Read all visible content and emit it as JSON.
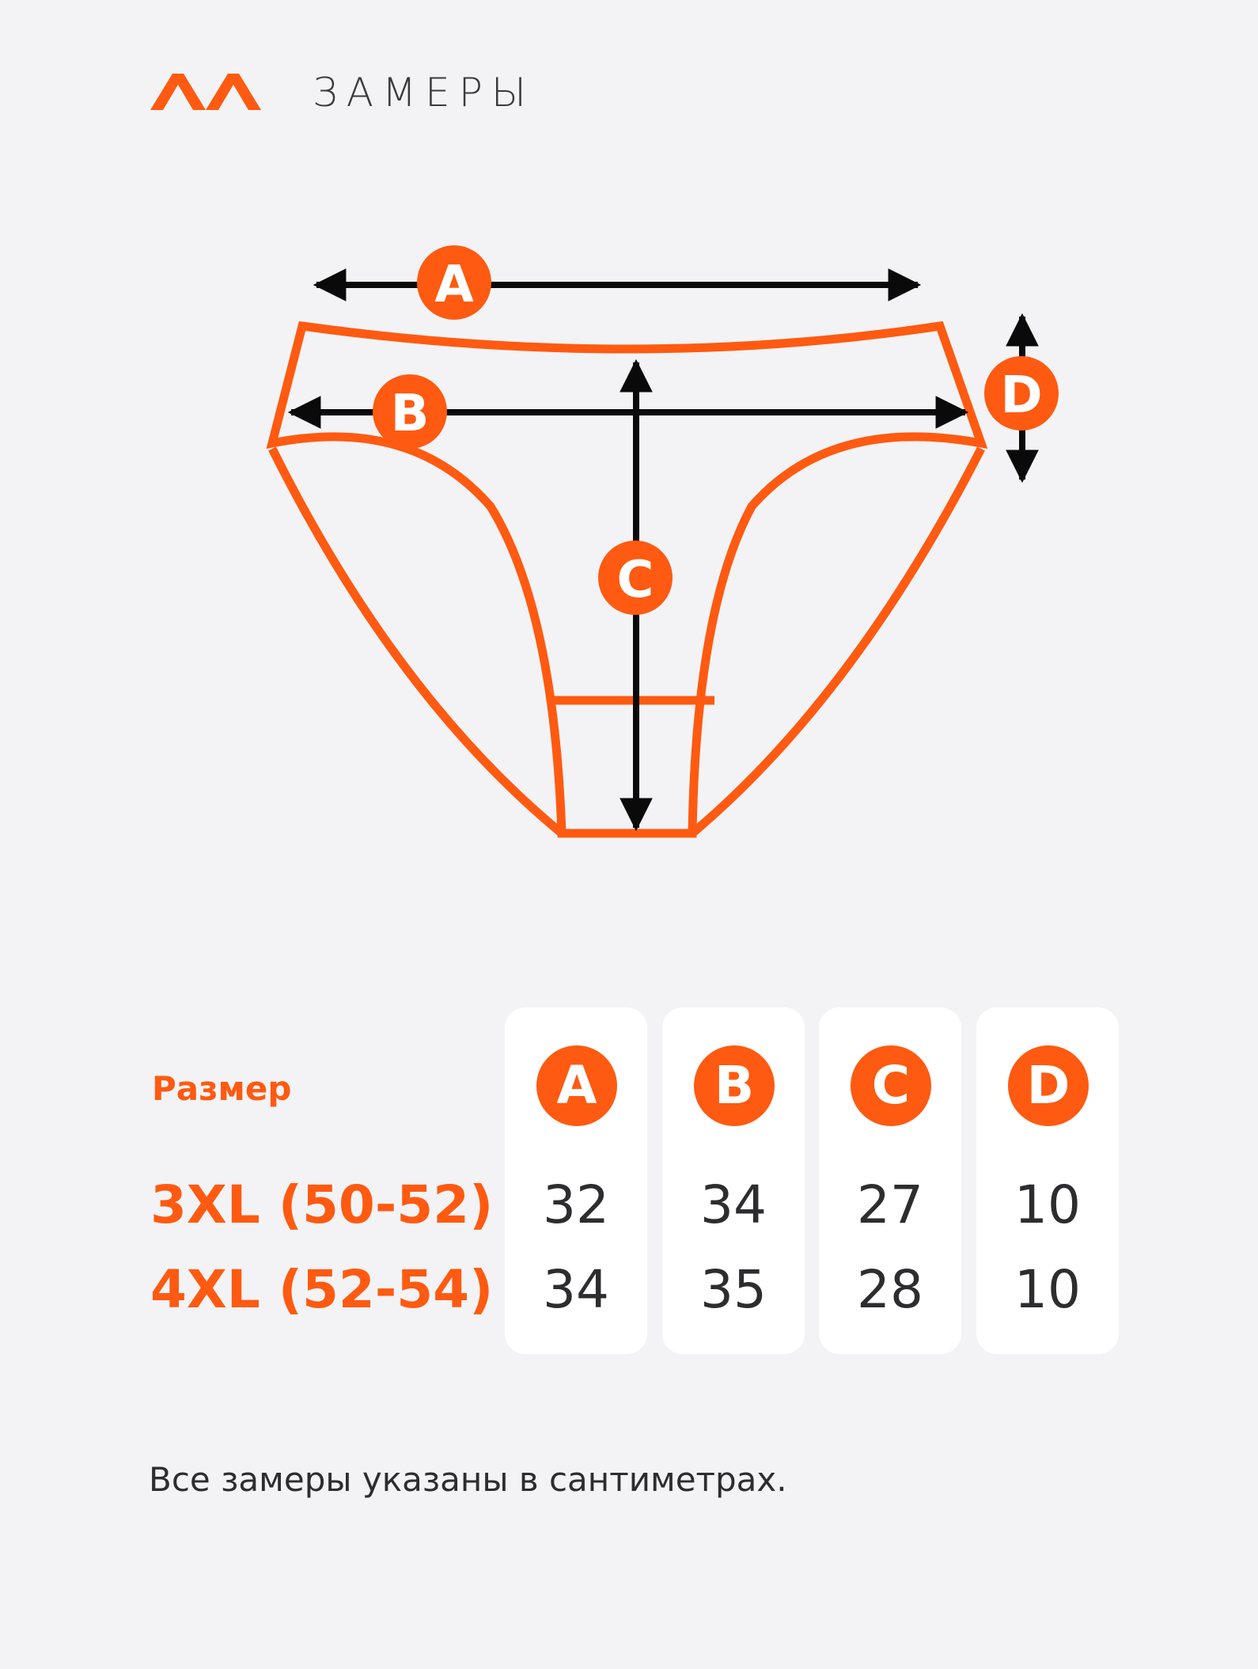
{
  "header": {
    "logo_icon": "brand-double-chevron-icon",
    "title": "ЗАМЕРЫ"
  },
  "colors": {
    "accent": "#ff5a11",
    "text": "#2d2d2f",
    "arrow": "#0a0a0a",
    "background": "#f3f3f5",
    "card": "#ffffff"
  },
  "diagram": {
    "markers": [
      "A",
      "B",
      "C",
      "D"
    ]
  },
  "table": {
    "size_header": "Размер",
    "columns": [
      "A",
      "B",
      "C",
      "D"
    ],
    "rows": [
      {
        "label": "3XL (50-52)",
        "values": [
          "32",
          "34",
          "27",
          "10"
        ]
      },
      {
        "label": "4XL (52-54)",
        "values": [
          "34",
          "35",
          "28",
          "10"
        ]
      }
    ]
  },
  "footnote": "Все замеры указаны в сантиметрах."
}
